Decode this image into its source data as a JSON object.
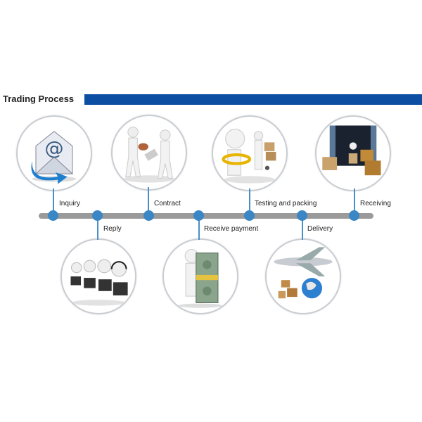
{
  "header": {
    "title": "Trading Process",
    "accent_color": "#0b4ea2"
  },
  "steps": [
    {
      "label": "Inquiry",
      "icon": "email-icon"
    },
    {
      "label": "Reply",
      "icon": "call-center-icon"
    },
    {
      "label": "Contract",
      "icon": "contract-handshake-icon"
    },
    {
      "label": "Receive payment",
      "icon": "money-icon"
    },
    {
      "label": "Testing and packing",
      "icon": "inspection-icon"
    },
    {
      "label": "Delivery",
      "icon": "airplane-globe-icon"
    },
    {
      "label": "Receiving",
      "icon": "container-boxes-icon"
    }
  ],
  "dot_color": "#3b86c4"
}
